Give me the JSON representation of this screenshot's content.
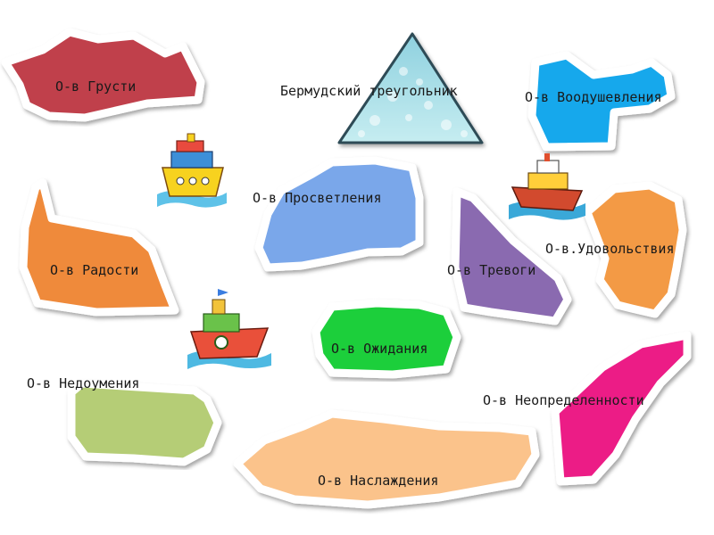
{
  "islands": {
    "grusti": {
      "label": "О-в Грусти",
      "color": "#c0404b"
    },
    "bermuda": {
      "label": "Бермудский треугольник",
      "color": "#a9dde3"
    },
    "voodush": {
      "label": "О-в Воодушевления",
      "color": "#19a8ec"
    },
    "prosvet": {
      "label": "О-в Просветления",
      "color": "#7aa7ea"
    },
    "radosti": {
      "label": "О-в Радости",
      "color": "#ef8a3b"
    },
    "trevogi": {
      "label": "О-в Тревоги",
      "color": "#8a6ab0"
    },
    "udovolstvie": {
      "label": "О-в.Удовольствия",
      "color": "#f39a45"
    },
    "ozhidaniya": {
      "label": "О-в Ожидания",
      "color": "#1fcf3a"
    },
    "nedoumeniya": {
      "label": "О-в Недоумения",
      "color": "#b5cd76"
    },
    "neopredel": {
      "label": "О-в Неопределенности",
      "color": "#ec1c86"
    },
    "naslazhdeniya": {
      "label": "О-в Наслаждения",
      "color": "#fbc38b"
    }
  }
}
